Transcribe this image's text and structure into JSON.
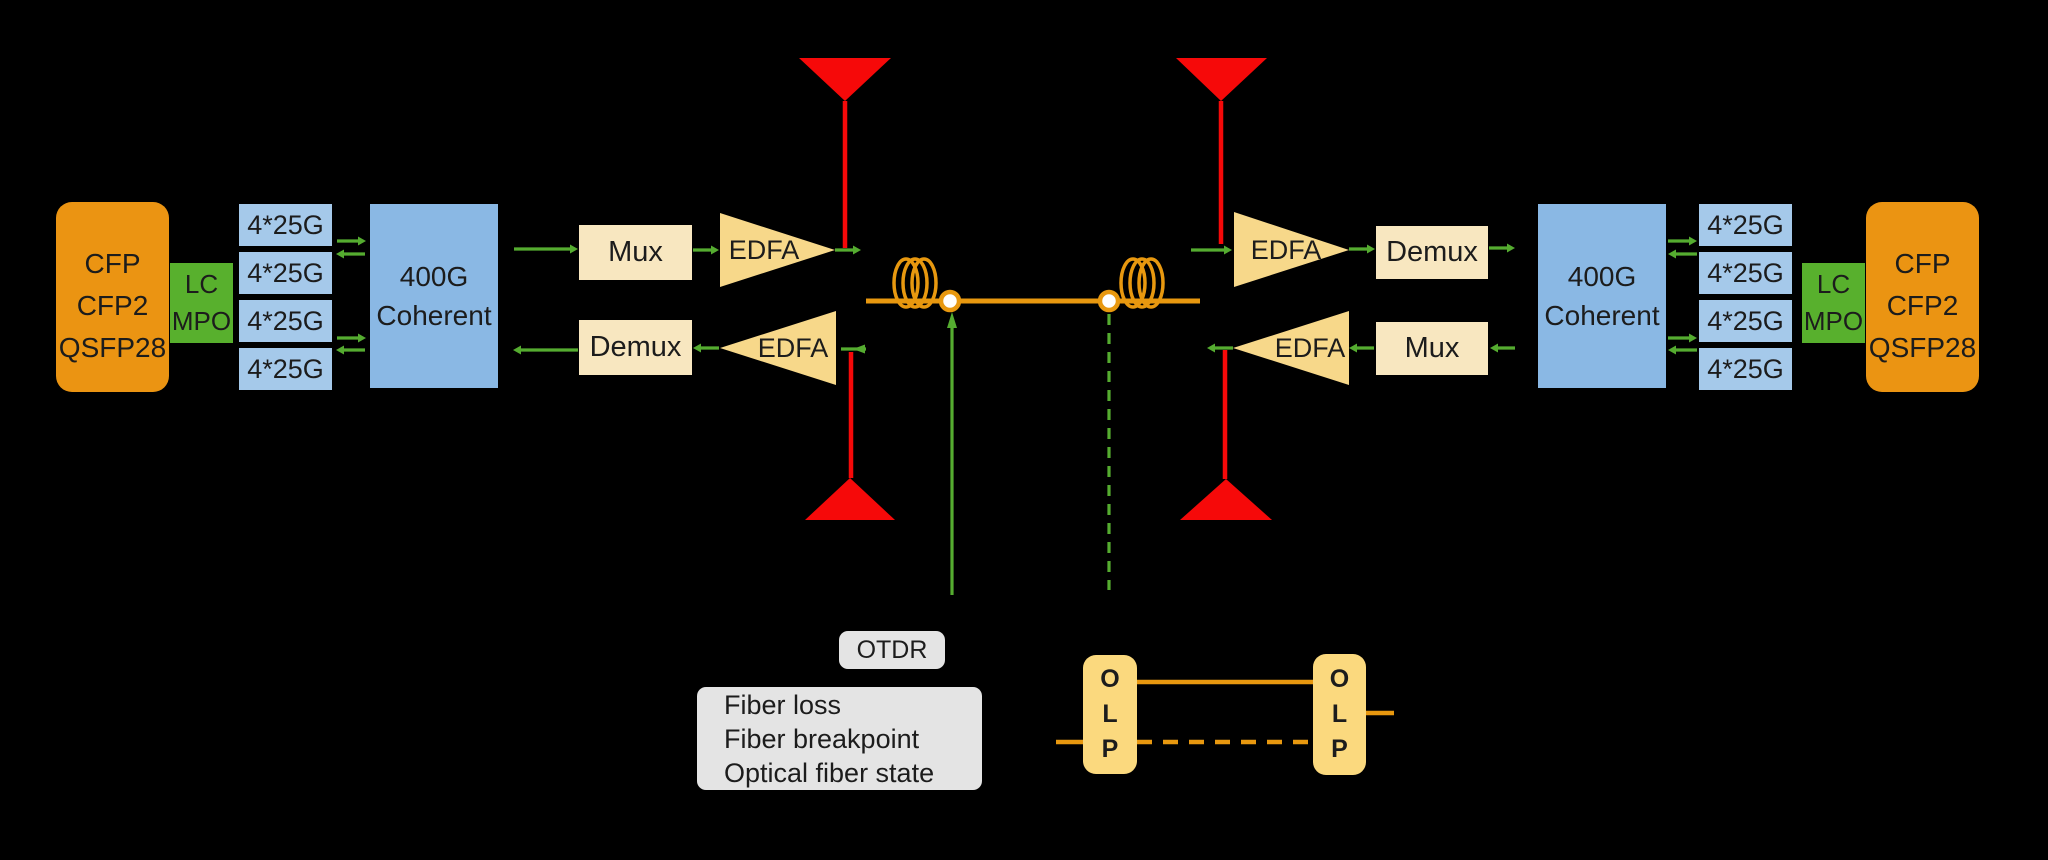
{
  "terminals": {
    "left": {
      "transceiver_lines": [
        "CFP",
        "CFP2",
        "QSFP28"
      ],
      "connector_lines": [
        "LC",
        "MPO"
      ],
      "lanes": [
        "4*25G",
        "4*25G",
        "4*25G",
        "4*25G"
      ],
      "coherent_lines": [
        "400G",
        "Coherent"
      ],
      "mux_label": "Mux",
      "demux_label": "Demux",
      "edfa_tx_label": "EDFA",
      "edfa_rx_label": "EDFA"
    },
    "right": {
      "transceiver_lines": [
        "CFP",
        "CFP2",
        "QSFP28"
      ],
      "connector_lines": [
        "LC",
        "MPO"
      ],
      "lanes": [
        "4*25G",
        "4*25G",
        "4*25G",
        "4*25G"
      ],
      "coherent_lines": [
        "400G",
        "Coherent"
      ],
      "mux_label": "Mux",
      "demux_label": "Demux",
      "edfa_tx_label": "EDFA",
      "edfa_rx_label": "EDFA"
    }
  },
  "monitoring": {
    "otdr_label": "OTDR",
    "otdr_info_lines": [
      "Fiber loss",
      "Fiber breakpoint",
      "Optical fiber state"
    ],
    "olp_left_letters": [
      "O",
      "L",
      "P"
    ],
    "olp_right_letters": [
      "O",
      "L",
      "P"
    ]
  },
  "colors": {
    "background": "#000000",
    "transceiver_orange": "#EB9412",
    "connector_green": "#58B02D",
    "lane_blue": "#A5C9EA",
    "coherent_blue": "#8AB8E4",
    "mux_demux_cream": "#F8E7C0",
    "edfa_yellow": "#F7D88A",
    "olp_yellow": "#FBD97E",
    "fiber_orange": "#E8980F",
    "signal_green": "#55AC30",
    "alarm_red": "#F60909",
    "note_gray": "#E4E4E4"
  }
}
